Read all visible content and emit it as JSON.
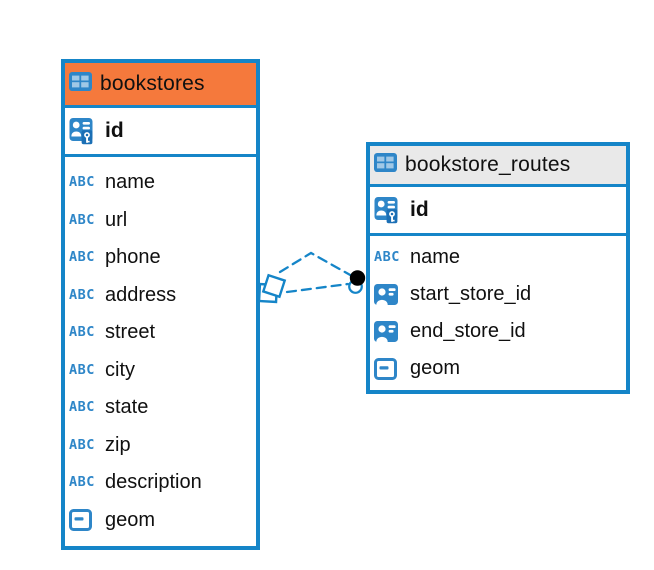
{
  "diagram": {
    "tables": {
      "bookstores": {
        "title": "bookstores",
        "header_icon": "table-icon",
        "header_color": "#F5793C",
        "primary_key": {
          "name": "id",
          "icon": "primary-key-icon"
        },
        "columns": [
          {
            "name": "name",
            "icon": "text-icon"
          },
          {
            "name": "url",
            "icon": "text-icon"
          },
          {
            "name": "phone",
            "icon": "text-icon"
          },
          {
            "name": "address",
            "icon": "text-icon"
          },
          {
            "name": "street",
            "icon": "text-icon"
          },
          {
            "name": "city",
            "icon": "text-icon"
          },
          {
            "name": "state",
            "icon": "text-icon"
          },
          {
            "name": "zip",
            "icon": "text-icon"
          },
          {
            "name": "description",
            "icon": "text-icon"
          },
          {
            "name": "geom",
            "icon": "geometry-icon"
          }
        ]
      },
      "bookstore_routes": {
        "title": "bookstore_routes",
        "header_icon": "table-icon",
        "header_color": "#E9E9E9",
        "primary_key": {
          "name": "id",
          "icon": "primary-key-icon"
        },
        "columns": [
          {
            "name": "name",
            "icon": "text-icon"
          },
          {
            "name": "start_store_id",
            "icon": "foreign-key-icon"
          },
          {
            "name": "end_store_id",
            "icon": "foreign-key-icon"
          },
          {
            "name": "geom",
            "icon": "geometry-icon"
          }
        ]
      }
    },
    "relationship": {
      "between": [
        "bookstores",
        "bookstore_routes"
      ],
      "line_style": "dashed",
      "anchor_symbol": "diamond-squares",
      "endpoint_symbol": "filled-dot"
    },
    "colors": {
      "table_border": "#1585C8",
      "bookstores_header": "#F5793C",
      "bookstore_routes_header": "#E9E9E9",
      "icon_blue": "#2E86C8",
      "connector_line": "#1585C8",
      "endpoint_dot": "#000000",
      "canvas_background": "#FFFFFF"
    },
    "abc_icon_text": "ABC"
  }
}
